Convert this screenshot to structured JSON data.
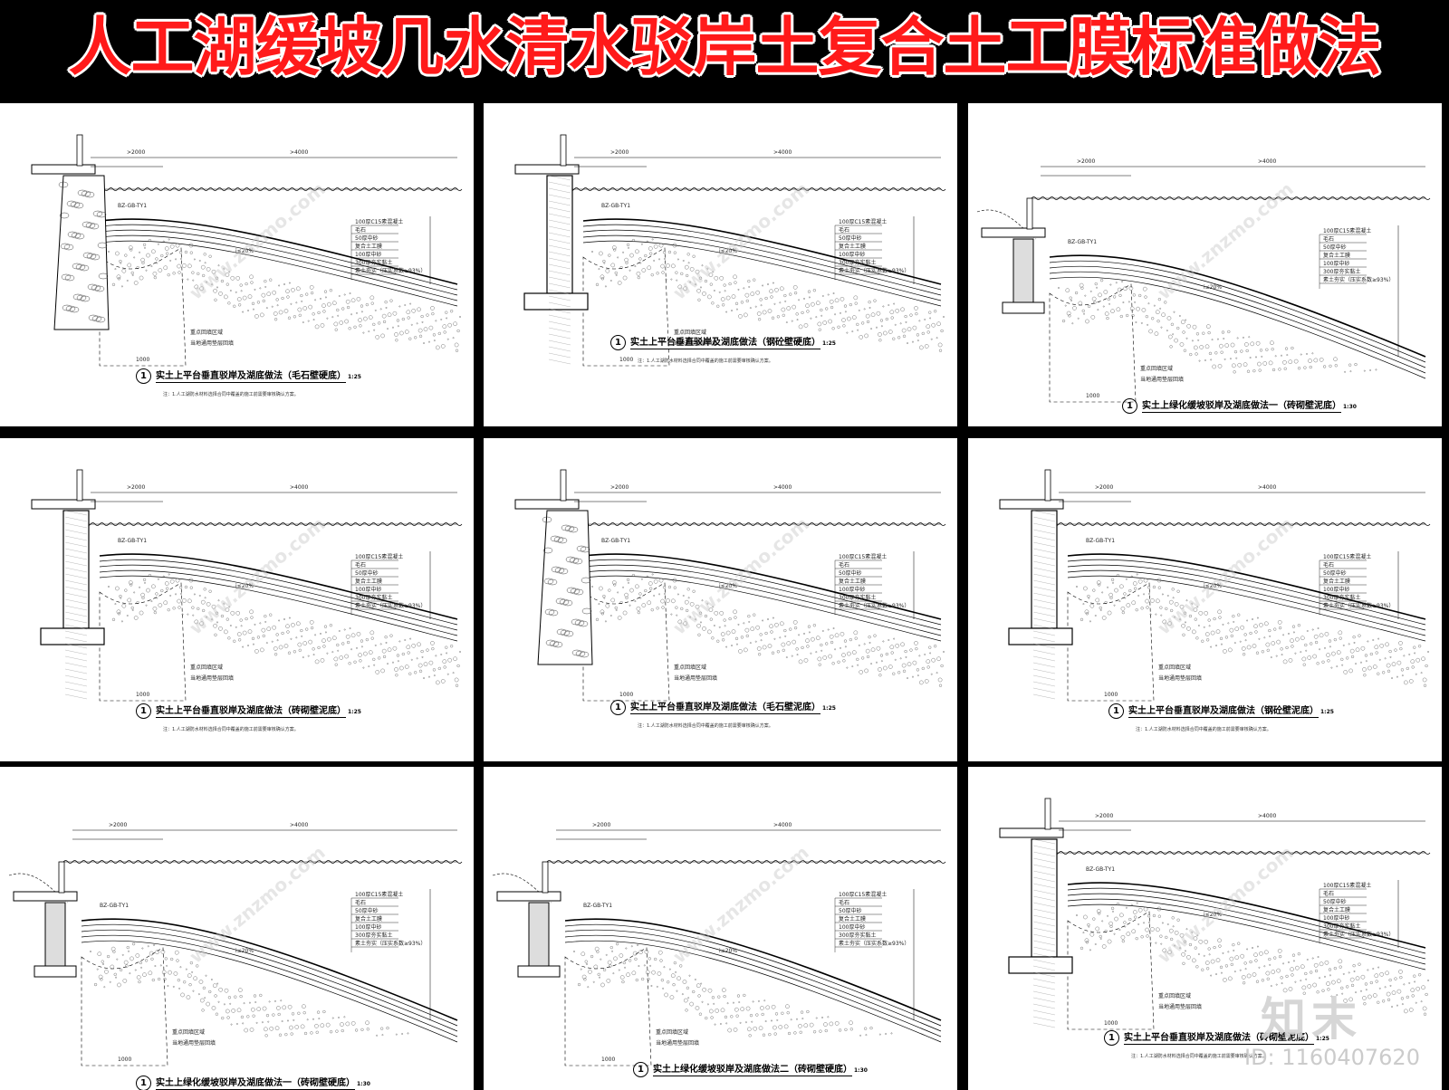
{
  "title": "人工湖缓坡几水清水驳岸土复合土工膜标准做法",
  "panels": [
    {
      "caption": "实土上平台垂直驳岸及湖底做法（毛石壁硬底）",
      "scale": "1:25",
      "note": "注：1.人工湖防水材料选择合同中覆盖的施工前需要审核确认方案。"
    },
    {
      "caption": "实土上平台垂直驳岸及湖底做法（钢砼壁硬底）",
      "scale": "1:25",
      "note": "注：1.人工湖防水材料选择合同中覆盖的施工前需要审核确认方案。"
    },
    {
      "caption": "实土上绿化缓坡驳岸及湖底做法一（砖砌壁泥底）",
      "scale": "1:30",
      "note": ""
    },
    {
      "caption": "实土上平台垂直驳岸及湖底做法（砖砌壁泥底）",
      "scale": "1:25",
      "note": "注：1.人工湖防水材料选择合同中覆盖的施工前需要审核确认方案。"
    },
    {
      "caption": "实土上平台垂直驳岸及湖底做法（毛石壁泥底）",
      "scale": "1:25",
      "note": "注：1.人工湖防水材料选择合同中覆盖的施工前需要审核确认方案。"
    },
    {
      "caption": "实土上平台垂直驳岸及湖底做法（钢砼壁泥底）",
      "scale": "1:25",
      "note": "注：1.人工湖防水材料选择合同中覆盖的施工前需要审核确认方案。"
    },
    {
      "caption": "实土上绿化缓坡驳岸及湖底做法一（砖砌壁硬底）",
      "scale": "1:30",
      "note": ""
    },
    {
      "caption": "实土上绿化缓坡驳岸及湖底做法二（砖砌壁硬底）",
      "scale": "1:30",
      "note": ""
    },
    {
      "caption": "实土上平台垂直驳岸及湖底做法（砖砌壁泥底）",
      "scale": "1:25",
      "note": "注：1.人工湖防水材料选择合同中覆盖的施工前需要审核确认方案。"
    }
  ],
  "labels": {
    "backfill": "重点回填区域",
    "subgrade": "当地通用垫层回填",
    "dim_1000": "1000",
    "dim_2000": ">2000",
    "dim_4000": ">4000",
    "slope": "i≤20%",
    "tag": "BZ-GB-TY1",
    "layers": [
      "100厚C15素混凝土",
      "毛石",
      "50厚中砂",
      "复合土工膜",
      "100厚中砂",
      "300厚夯实黏土",
      "素土夯实（压实系数≥93%）"
    ]
  },
  "watermark": "www.znzmo.com",
  "logo": "知末",
  "id_text": "ID: 1160407620",
  "colors": {
    "title_red": "#ff1a1a",
    "title_outline": "#ffffff",
    "background": "#000000"
  }
}
